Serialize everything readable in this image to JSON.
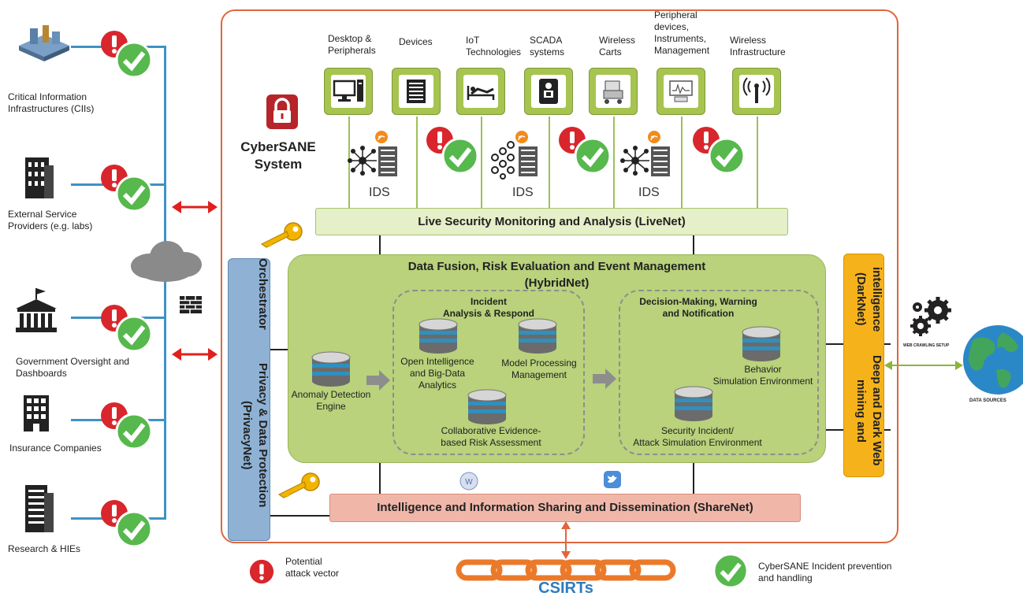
{
  "stakeholders": [
    {
      "label": "Critical Information Infrastructures (CIIs)",
      "icon": "cii-building-icon"
    },
    {
      "label": "External Service Providers (e.g. labs)",
      "icon": "office-building-icon"
    },
    {
      "label": "Government Oversight and Dashboards",
      "icon": "government-building-icon"
    },
    {
      "label": "Insurance Companies",
      "icon": "insurance-building-icon"
    },
    {
      "label": "Research & HIEs",
      "icon": "research-building-icon"
    }
  ],
  "system": {
    "title_line1": "CyberSANE",
    "title_line2": "System"
  },
  "devices": [
    {
      "label": "Desktop & Peripherals",
      "icon": "desktop-icon"
    },
    {
      "label": "Devices",
      "icon": "server-icon"
    },
    {
      "label": "IoT Technologies",
      "icon": "bed-icon"
    },
    {
      "label": "SCADA systems",
      "icon": "scada-icon"
    },
    {
      "label": "Wireless Carts",
      "icon": "cart-icon"
    },
    {
      "label": "Peripheral devices, Instruments, Management",
      "icon": "instrument-icon"
    },
    {
      "label": "Wireless Infrastructure",
      "icon": "wireless-icon"
    }
  ],
  "ids_label": "IDS",
  "livenet": "Live Security Monitoring and Analysis (LiveNet)",
  "hybridnet": {
    "title_line1": "Data Fusion, Risk Evaluation and Event Management",
    "title_line2": "(HybridNet)",
    "anomaly_line1": "Anomaly Detection",
    "anomaly_line2": "Engine",
    "incident_title_line1": "Incident",
    "incident_title_line2": "Analysis & Respond",
    "open_intel_line1": "Open Intelligence",
    "open_intel_line2": "and Big-Data",
    "open_intel_line3": "Analytics",
    "model_line1": "Model Processing",
    "model_line2": "Management",
    "collab_line1": "Collaborative Evidence-",
    "collab_line2": "based Risk Assessment",
    "decision_title_line1": "Decision-Making, Warning",
    "decision_title_line2": "and Notification",
    "behavior_line1": "Behavior",
    "behavior_line2": "Simulation Environment",
    "security_line1": "Security Incident/",
    "security_line2": "Attack Simulation Environment"
  },
  "privacynet_line1": "Privacy & Data Protection (PrivacyNet)",
  "privacynet_line2": "Orchestrator",
  "darknet_line1": "Deep and Dark Web mining and",
  "darknet_line2": "intelligence (DarkNet)",
  "sharenet": "Intelligence and Information Sharing and Dissemination (ShareNet)",
  "web_crawling": "WEB CRAWLING SETUP",
  "data_sources": "DATA SOURCES",
  "csirts": "CSIRTs",
  "legend": {
    "attack_line1": "Potential",
    "attack_line2": "attack vector",
    "prevention_line1": "CyberSANE Incident prevention",
    "prevention_line2": "and handling"
  },
  "colors": {
    "frame": "#e0663d",
    "device_green": "#a6c44f",
    "hybrid_green": "#b9d27b",
    "privacy_blue": "#8fb2d4",
    "darknet_orange": "#f6b21b",
    "alert_red": "#d8262c",
    "check_green": "#57b84d",
    "network_blue": "#3f92c3"
  }
}
